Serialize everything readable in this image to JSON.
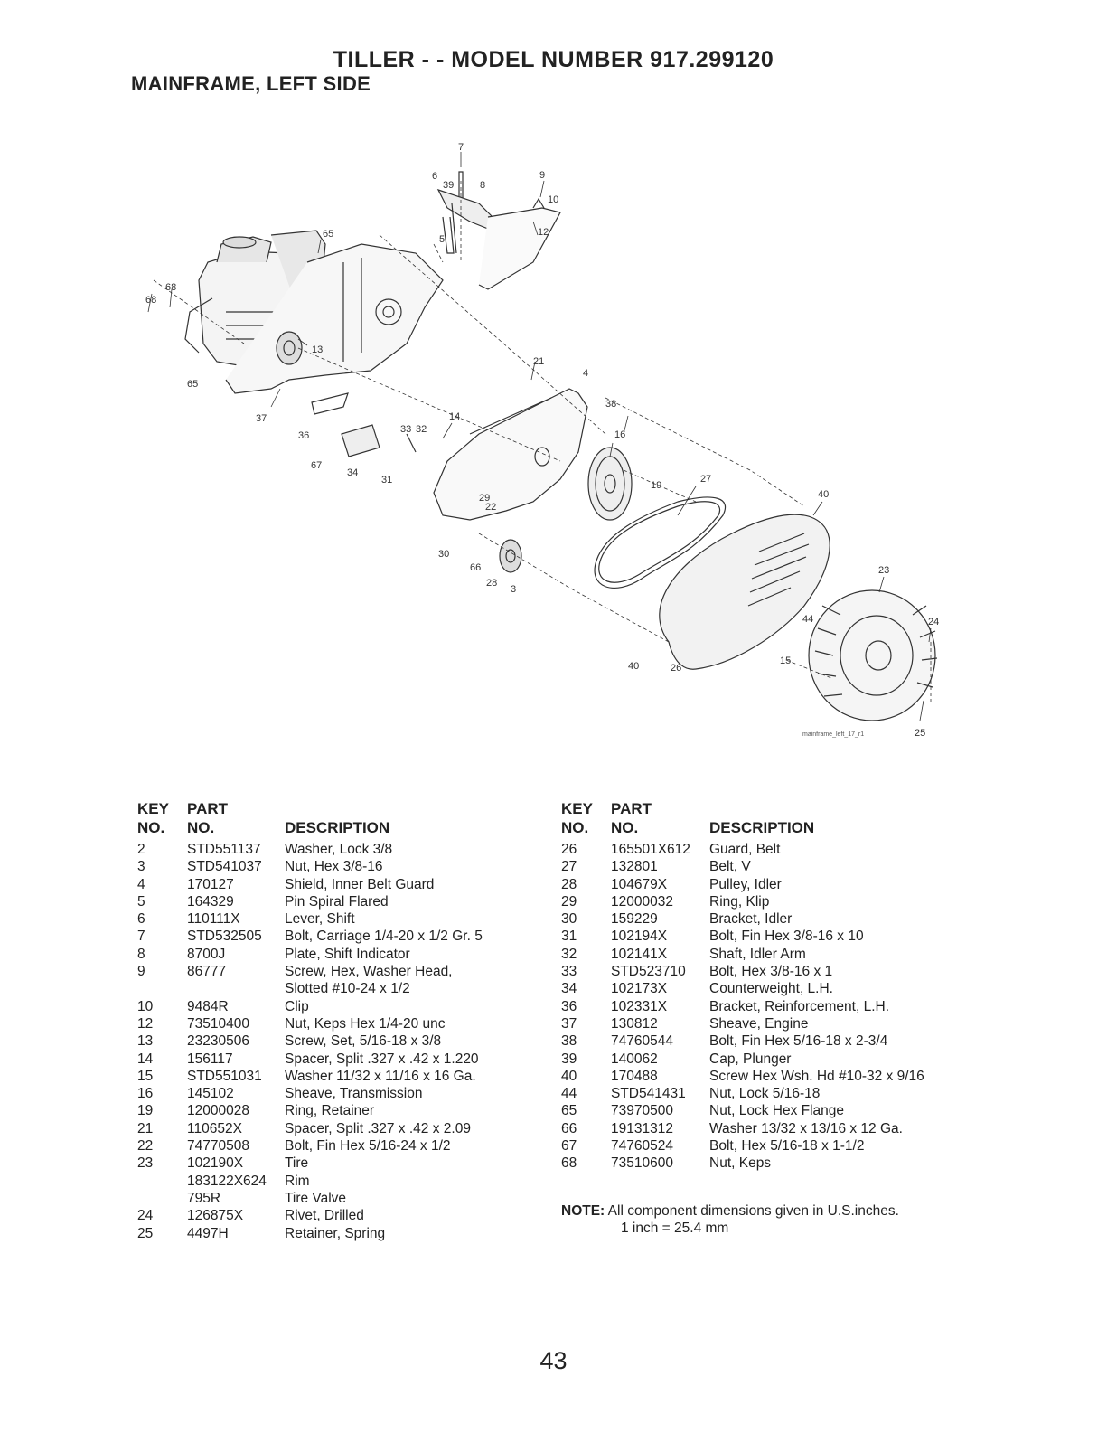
{
  "header": {
    "title": "TILLER - - MODEL NUMBER 917.299120",
    "subtitle": "MAINFRAME, LEFT SIDE"
  },
  "diagram": {
    "file_ref": "mainframe_left_17_r1",
    "callouts": [
      "7",
      "6",
      "39",
      "8",
      "9",
      "10",
      "65",
      "5",
      "68",
      "68",
      "12",
      "13",
      "65",
      "21",
      "4",
      "38",
      "37",
      "14",
      "33",
      "32",
      "16",
      "36",
      "67",
      "34",
      "31",
      "19",
      "27",
      "40",
      "29",
      "22",
      "30",
      "66",
      "28",
      "3",
      "23",
      "44",
      "24",
      "15",
      "40",
      "26",
      "25"
    ]
  },
  "table_headers": {
    "key_line1": "KEY",
    "key_line2": "NO.",
    "part_line1": "PART",
    "part_line2": "NO.",
    "description": "DESCRIPTION"
  },
  "parts_left": [
    {
      "key": "2",
      "part": "STD551137",
      "desc": "Washer, Lock 3/8"
    },
    {
      "key": "3",
      "part": "STD541037",
      "desc": "Nut, Hex 3/8-16"
    },
    {
      "key": "4",
      "part": "170127",
      "desc": "Shield, Inner Belt Guard"
    },
    {
      "key": "5",
      "part": "164329",
      "desc": "Pin Spiral Flared"
    },
    {
      "key": "6",
      "part": "110111X",
      "desc": "Lever, Shift"
    },
    {
      "key": "7",
      "part": "STD532505",
      "desc": "Bolt, Carriage 1/4-20 x 1/2 Gr. 5"
    },
    {
      "key": "8",
      "part": "8700J",
      "desc": "Plate, Shift Indicator"
    },
    {
      "key": "9",
      "part": "86777",
      "desc": "Screw, Hex, Washer Head,"
    },
    {
      "key": "",
      "part": "",
      "desc": "Slotted #10-24 x 1/2"
    },
    {
      "key": "10",
      "part": "9484R",
      "desc": "Clip"
    },
    {
      "key": "12",
      "part": "73510400",
      "desc": "Nut, Keps Hex 1/4-20 unc"
    },
    {
      "key": "13",
      "part": "23230506",
      "desc": "Screw, Set, 5/16-18 x 3/8"
    },
    {
      "key": "14",
      "part": "156117",
      "desc": "Spacer, Split .327 x .42 x 1.220"
    },
    {
      "key": "15",
      "part": "STD551031",
      "desc": "Washer 11/32 x 11/16 x 16 Ga."
    },
    {
      "key": "16",
      "part": "145102",
      "desc": "Sheave, Transmission"
    },
    {
      "key": "19",
      "part": "12000028",
      "desc": "Ring, Retainer"
    },
    {
      "key": "21",
      "part": "110652X",
      "desc": "Spacer, Split .327 x .42 x 2.09"
    },
    {
      "key": "22",
      "part": "74770508",
      "desc": "Bolt, Fin Hex 5/16-24 x 1/2"
    },
    {
      "key": "23",
      "part": "102190X",
      "desc": "Tire"
    },
    {
      "key": "",
      "part": "183122X624",
      "desc": "Rim"
    },
    {
      "key": "",
      "part": "795R",
      "desc": "Tire Valve"
    },
    {
      "key": "24",
      "part": "126875X",
      "desc": "Rivet, Drilled"
    },
    {
      "key": "25",
      "part": "4497H",
      "desc": "Retainer, Spring"
    }
  ],
  "parts_right": [
    {
      "key": "26",
      "part": "165501X612",
      "desc": "Guard, Belt"
    },
    {
      "key": "27",
      "part": "132801",
      "desc": "Belt, V"
    },
    {
      "key": "28",
      "part": "104679X",
      "desc": "Pulley, Idler"
    },
    {
      "key": "29",
      "part": "12000032",
      "desc": "Ring, Klip"
    },
    {
      "key": "30",
      "part": "159229",
      "desc": "Bracket, Idler"
    },
    {
      "key": "31",
      "part": "102194X",
      "desc": "Bolt, Fin Hex 3/8-16 x 10"
    },
    {
      "key": "32",
      "part": "102141X",
      "desc": "Shaft, Idler Arm"
    },
    {
      "key": "33",
      "part": "STD523710",
      "desc": "Bolt, Hex 3/8-16 x 1"
    },
    {
      "key": "34",
      "part": "102173X",
      "desc": "Counterweight, L.H."
    },
    {
      "key": "36",
      "part": "102331X",
      "desc": "Bracket, Reinforcement, L.H."
    },
    {
      "key": "37",
      "part": "130812",
      "desc": "Sheave, Engine"
    },
    {
      "key": "38",
      "part": "74760544",
      "desc": "Bolt, Fin Hex 5/16-18 x 2-3/4"
    },
    {
      "key": "39",
      "part": "140062",
      "desc": "Cap, Plunger"
    },
    {
      "key": "40",
      "part": "170488",
      "desc": "Screw Hex Wsh. Hd #10-32 x 9/16"
    },
    {
      "key": "44",
      "part": "STD541431",
      "desc": "Nut, Lock 5/16-18"
    },
    {
      "key": "65",
      "part": "73970500",
      "desc": "Nut, Lock Hex Flange"
    },
    {
      "key": "66",
      "part": "19131312",
      "desc": "Washer 13/32 x 13/16 x 12 Ga."
    },
    {
      "key": "67",
      "part": "74760524",
      "desc": "Bolt, Hex 5/16-18 x 1-1/2"
    },
    {
      "key": "68",
      "part": "73510600",
      "desc": "Nut, Keps"
    }
  ],
  "note": {
    "label": "NOTE:",
    "text": "All component dimensions given in U.S.inches.",
    "conversion": "1 inch = 25.4 mm"
  },
  "page_number": "43"
}
